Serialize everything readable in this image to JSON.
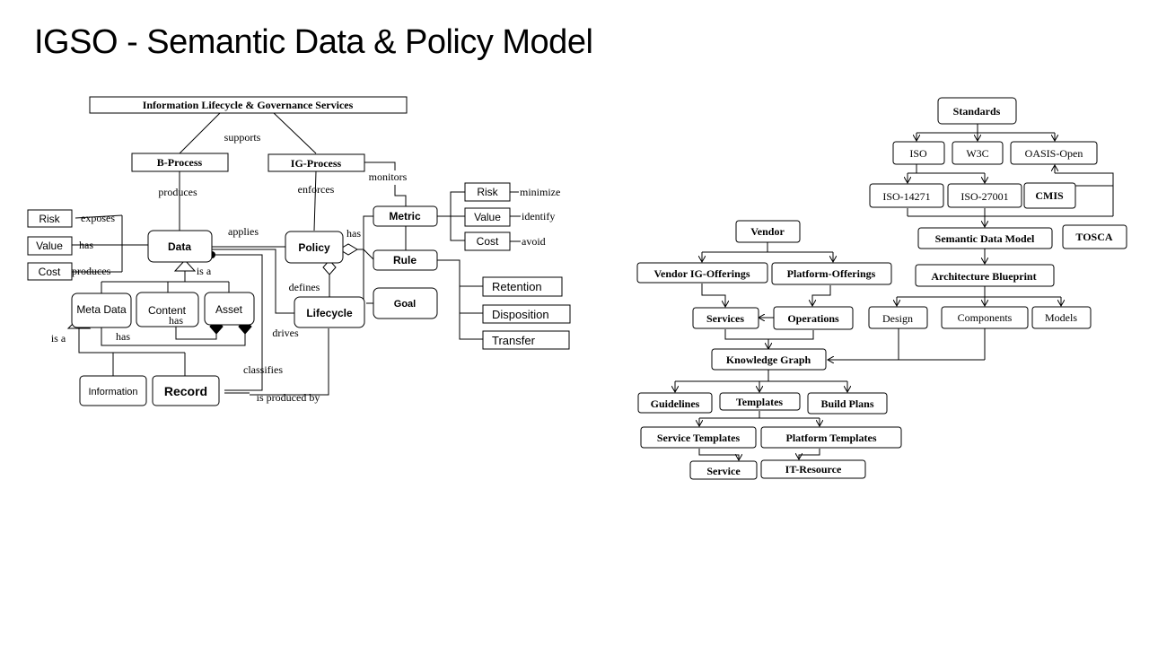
{
  "title": "IGSO - Semantic Data & Policy Model",
  "left": {
    "top_service": "Information Lifecycle & Governance Services",
    "b_process": "B-Process",
    "ig_process": "IG-Process",
    "data": "Data",
    "policy": "Policy",
    "metric": "Metric",
    "rule": "Rule",
    "goal": "Goal",
    "lifecycle": "Lifecycle",
    "meta_data": "Meta Data",
    "content": "Content",
    "asset": "Asset",
    "information": "Information",
    "record": "Record",
    "risk_l": "Risk",
    "value_l": "Value",
    "cost_l": "Cost",
    "risk_r": "Risk",
    "value_r": "Value",
    "cost_r": "Cost",
    "retention": "Retention",
    "disposition": "Disposition",
    "transfer": "Transfer"
  },
  "labels": {
    "supports": "supports",
    "produces_1": "produces",
    "enforces": "enforces",
    "monitors": "monitors",
    "applies": "applies",
    "has_policy": "has",
    "exposes": "exposes",
    "has_value": "has",
    "produces_2": "produces",
    "is_a_1": "is a",
    "has_content": "has",
    "has_meta": "has",
    "is_a_2": "is a",
    "defines": "defines",
    "drives": "drives",
    "classifies": "classifies",
    "is_produced_by": "is produced by",
    "minimize": "minimize",
    "identify": "identify",
    "avoid": "avoid"
  },
  "right": {
    "standards": "Standards",
    "iso": "ISO",
    "w3c": "W3C",
    "oasis": "OASIS-Open",
    "iso14271": "ISO-14271",
    "iso27001": "ISO-27001",
    "cmis": "CMIS",
    "semantic_model": "Semantic Data Model",
    "tosca": "TOSCA",
    "arch_blueprint": "Architecture Blueprint",
    "design": "Design",
    "components": "Components",
    "models": "Models",
    "vendor": "Vendor",
    "vendor_offerings": "Vendor IG-Offerings",
    "platform_offerings": "Platform-Offerings",
    "services": "Services",
    "operations": "Operations",
    "knowledge_graph": "Knowledge Graph",
    "guidelines": "Guidelines",
    "templates": "Templates",
    "build_plans": "Build Plans",
    "service_templates": "Service Templates",
    "platform_templates": "Platform Templates",
    "service": "Service",
    "it_resource": "IT-Resource"
  }
}
